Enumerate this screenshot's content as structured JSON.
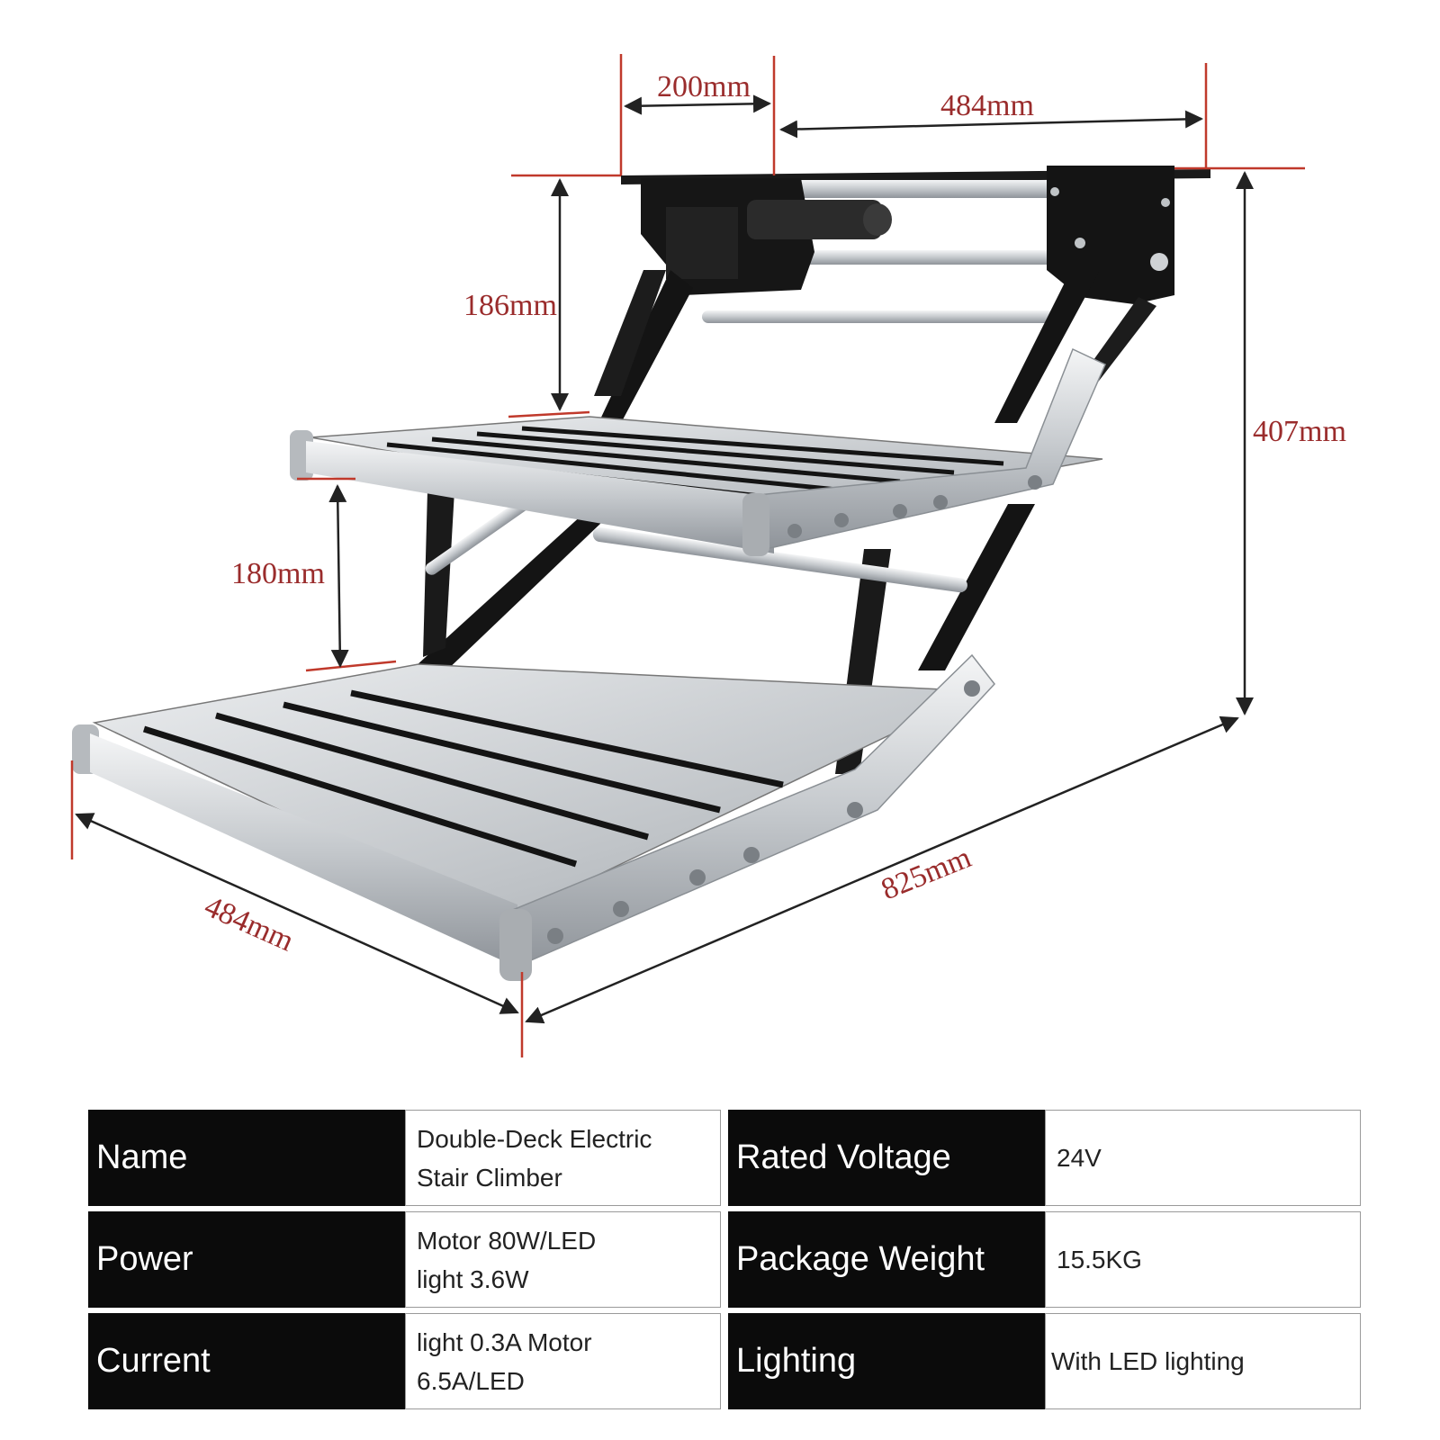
{
  "dimensions": {
    "top_depth": "200mm",
    "top_width": "484mm",
    "upper_step_rise": "186mm",
    "lower_step_rise": "180mm",
    "total_height": "407mm",
    "step_width": "484mm",
    "total_depth": "825mm"
  },
  "specs": [
    {
      "left_label": "Name",
      "left_value": "Double-Deck Electric Stair Climber",
      "right_label": "Rated Voltage",
      "right_value": "24V"
    },
    {
      "left_label": "Power",
      "left_value": "Motor 80W/LED light 3.6W",
      "right_label": "Package Weight",
      "right_value": "15.5KG"
    },
    {
      "left_label": "Current",
      "left_value": "light 0.3A Motor 6.5A/LED",
      "right_label": "Lighting",
      "right_value": "With LED lighting"
    }
  ],
  "colors": {
    "dimension": "#9a2c2c",
    "table_header": "#0b0b0b",
    "frame": "#141414",
    "aluminum": "#c9cdd1"
  }
}
